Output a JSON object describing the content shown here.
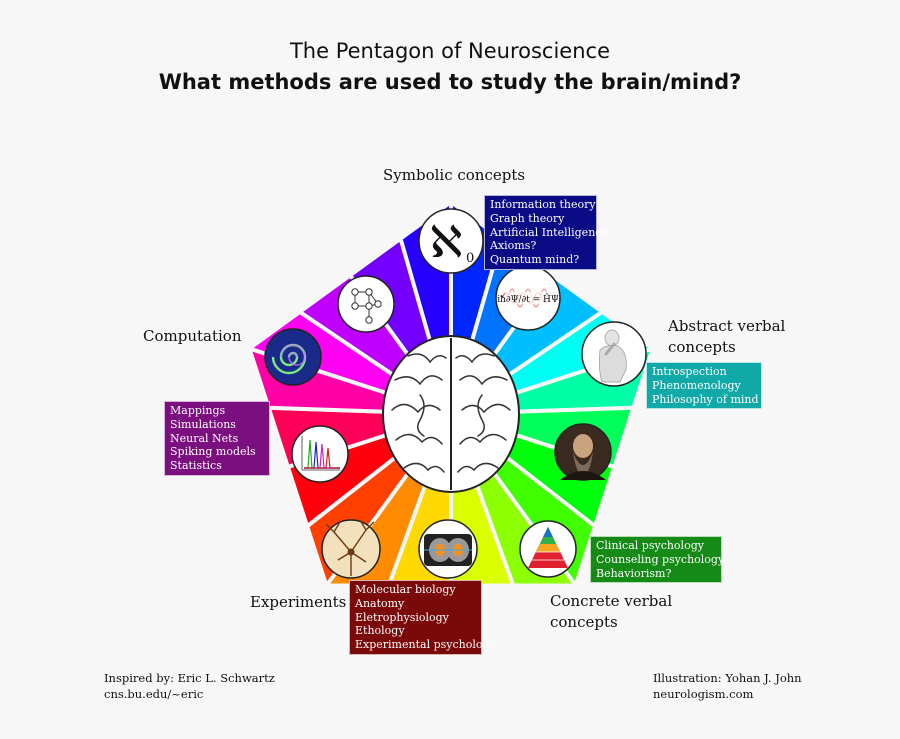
{
  "title_line1": "The Pentagon of Neuroscience",
  "title_line2": "What methods are used to study the brain/mind?",
  "categories": {
    "symbolic": "Symbolic concepts",
    "abstract_verbal_1": "Abstract verbal",
    "abstract_verbal_2": "concepts",
    "computation": "Computation",
    "experiments": "Experiments",
    "concrete_verbal_1": "Concrete verbal",
    "concrete_verbal_2": "concepts"
  },
  "symbol_aleph": "ℵ",
  "symbol_aleph_sub": "0",
  "boxes": {
    "symbolic": {
      "color": "#0b0b86",
      "items": [
        "Information theory",
        "Graph theory",
        "Artificial Intelligence",
        "Axioms?",
        "Quantum mind?"
      ]
    },
    "abstract": {
      "color": "#11a8a8",
      "items": [
        "Introspection",
        "Phenomenology",
        "Philosophy of mind"
      ]
    },
    "computation": {
      "color": "#7b0f7f",
      "items": [
        "Mappings",
        "Simulations",
        "Neural Nets",
        "Spiking models",
        "Statistics"
      ]
    },
    "concrete": {
      "color": "#158a17",
      "items": [
        "Clinical psychology",
        "Counseling psychology",
        "Behaviorism?"
      ]
    },
    "experiments": {
      "color": "#7a0a0a",
      "items": [
        "Molecular biology",
        "Anatomy",
        "Eletrophysiology",
        "Ethology",
        "Experimental psychology"
      ]
    }
  },
  "icons": [
    "aleph-icon",
    "wavefunction-icon",
    "thinker-statue-icon",
    "portrait-icon",
    "pyramid-icon",
    "brain-scan-icon",
    "neuron-icon",
    "spike-plot-icon",
    "spiral-icon",
    "graph-network-icon",
    "brain-icon"
  ],
  "credits": {
    "inspired_1": "Inspired by: Eric L. Schwartz",
    "inspired_2": "cns.bu.edu/~eric",
    "illustration_1": "Illustration: Yohan J. John",
    "illustration_2": "neurologism.com"
  }
}
